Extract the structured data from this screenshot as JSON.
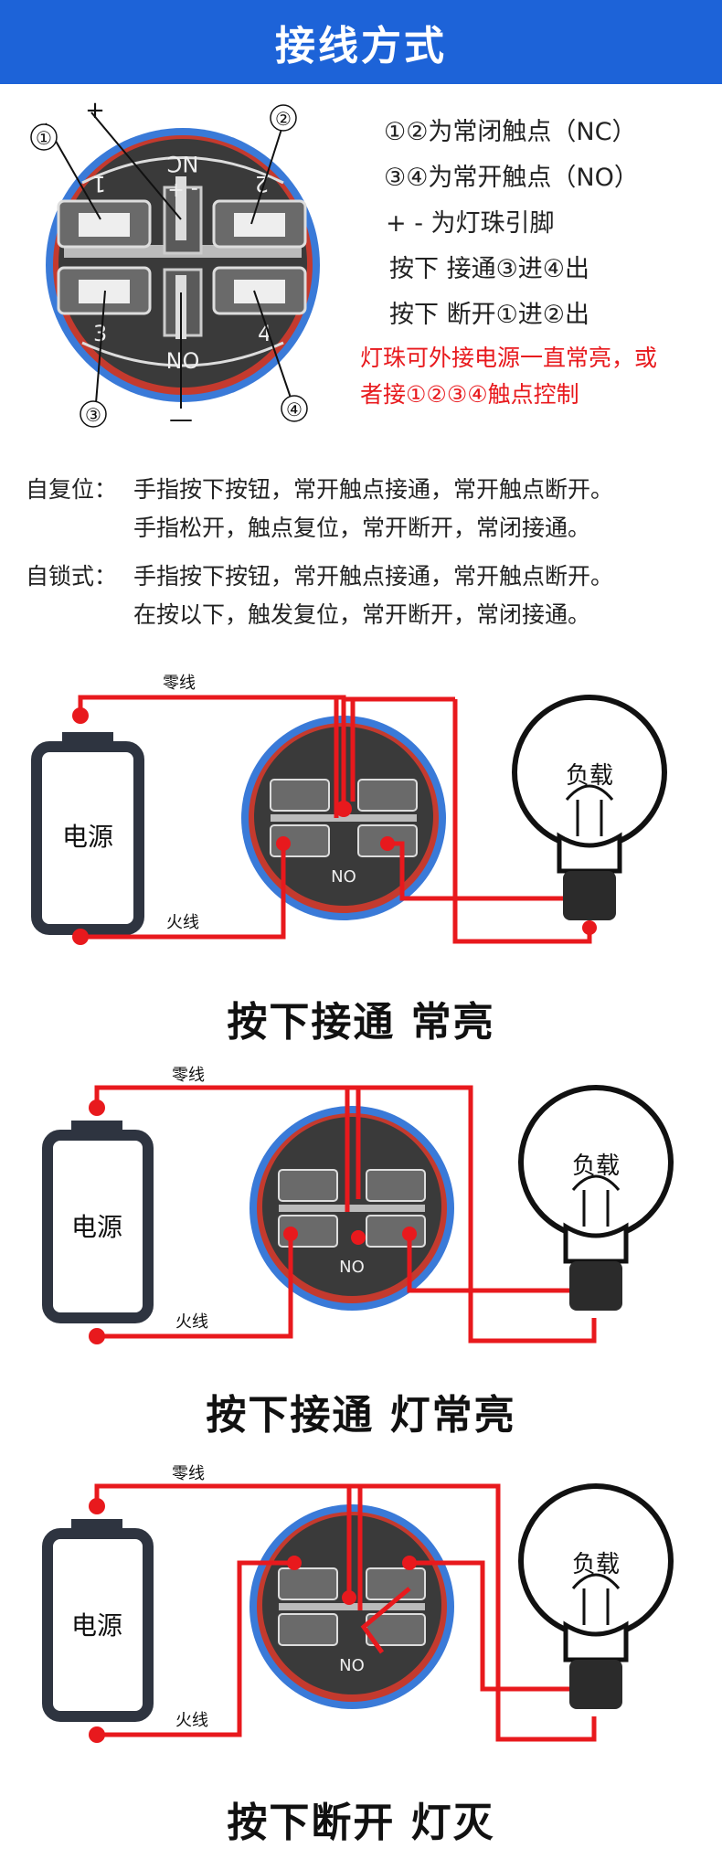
{
  "header": {
    "title": "接线方式"
  },
  "pinout": {
    "pin_labels": [
      "①",
      "②",
      "③",
      "④"
    ],
    "plus": "+",
    "minus": "—",
    "nc": "NC",
    "no": "NO",
    "num1": "1",
    "num2": "2",
    "num3": "3",
    "num4": "4",
    "pm": "- +"
  },
  "legend": {
    "line1": "①②为常闭触点（NC）",
    "line2": "③④为常开触点（NO）",
    "line3": "+ - 为灯珠引脚",
    "line4": "按下 接通③进④出",
    "line5": "按下 断开①进②出",
    "note1": "灯珠可外接电源一直常亮，或",
    "note2": "者接①②③④触点控制"
  },
  "modes": [
    {
      "label": "自复位：",
      "line1": "手指按下按钮，常开触点接通，常开触点断开。",
      "line2": "手指松开，触点复位，常开断开，常闭接通。"
    },
    {
      "label": "自锁式：",
      "line1": "手指按下按钮，常开触点接通，常开触点断开。",
      "line2": "在按以下，触发复位，常开断开，常闭接通。"
    }
  ],
  "diagrams": [
    {
      "neutral": "零线",
      "live": "火线",
      "source": "电源",
      "load": "负载",
      "caption": "按下接通 常亮"
    },
    {
      "neutral": "零线",
      "live": "火线",
      "source": "电源",
      "load": "负载",
      "caption": "按下接通 灯常亮"
    },
    {
      "neutral": "零线",
      "live": "火线",
      "source": "电源",
      "load": "负载",
      "caption": "按下断开 灯灭"
    }
  ],
  "colors": {
    "banner": "#1d63d8",
    "wire": "#e8191d",
    "accent_red": "#e8191d",
    "ring_blue": "#3a7ad8"
  }
}
